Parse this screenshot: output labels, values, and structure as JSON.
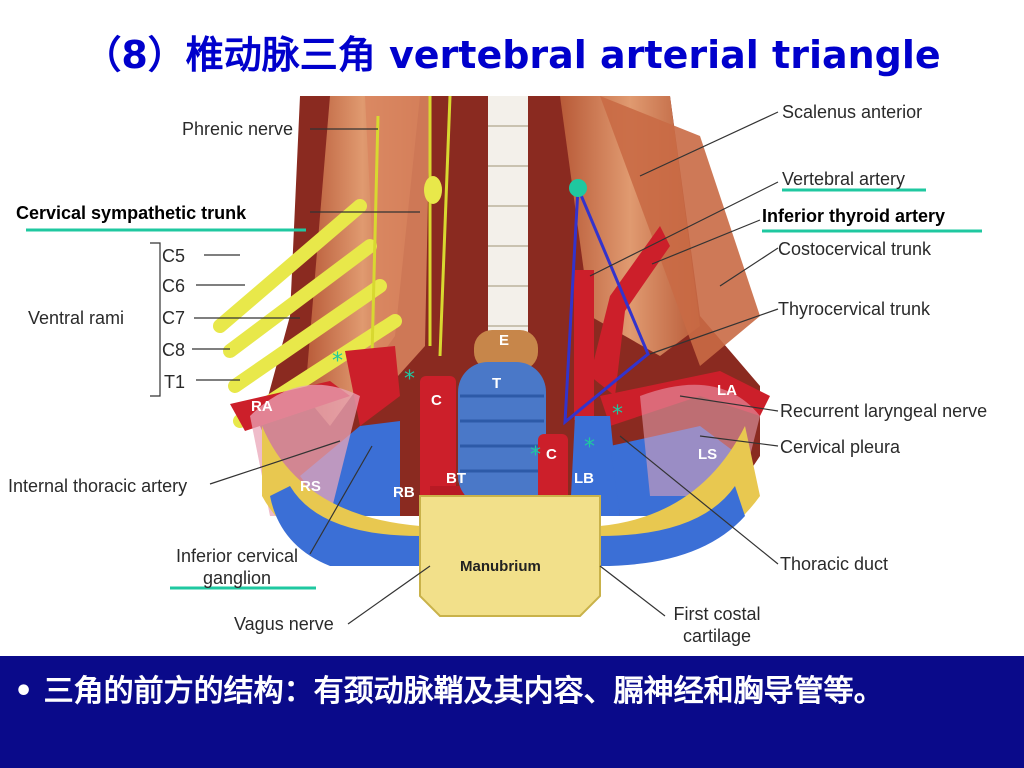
{
  "title": "（8）椎动脉三角 vertebral arterial triangle",
  "labels_left": {
    "phrenic_nerve": "Phrenic nerve",
    "cervical_sympathetic_trunk": "Cervical sympathetic trunk",
    "ventral_rami": "Ventral rami",
    "c5": "C5",
    "c6": "C6",
    "c7": "C7",
    "c8": "C8",
    "t1": "T1",
    "internal_thoracic_artery": "Internal thoracic artery",
    "inferior_cervical_ganglion_line1": "Inferior cervical",
    "inferior_cervical_ganglion_line2": "ganglion",
    "vagus_nerve": "Vagus nerve"
  },
  "labels_right": {
    "scalenus_anterior": "Scalenus anterior",
    "vertebral_artery": "Vertebral artery",
    "inferior_thyroid_artery": "Inferior thyroid artery",
    "costocervical_trunk": "Costocervical trunk",
    "thyrocervical_trunk": "Thyrocervical trunk",
    "recurrent_laryngeal_nerve": "Recurrent laryngeal nerve",
    "cervical_pleura": "Cervical pleura",
    "thoracic_duct": "Thoracic duct",
    "first_costal_cartilage_line1": "First costal",
    "first_costal_cartilage_line2": "cartilage"
  },
  "structure_labels": {
    "e": "E",
    "t": "T",
    "ra": "RA",
    "la": "LA",
    "c_right": "C",
    "c_left": "C",
    "rs": "RS",
    "rb": "RB",
    "bt": "BT",
    "lb": "LB",
    "ls": "LS",
    "manubrium": "Manubrium"
  },
  "bottom_text": "• 三角的前方的结构：有颈动脉鞘及其内容、膈神经和胸导管等。",
  "colors": {
    "title": "#0000cc",
    "bottom_bar": "#0a0a8a",
    "highlight_underline": "#1fc8a0",
    "triangle": "#3333cc",
    "artery": "#cc1f2a",
    "vein": "#3b6fd6",
    "nerve": "#e8e84a",
    "muscle": "#c8704a",
    "bone": "#f2e08a"
  }
}
